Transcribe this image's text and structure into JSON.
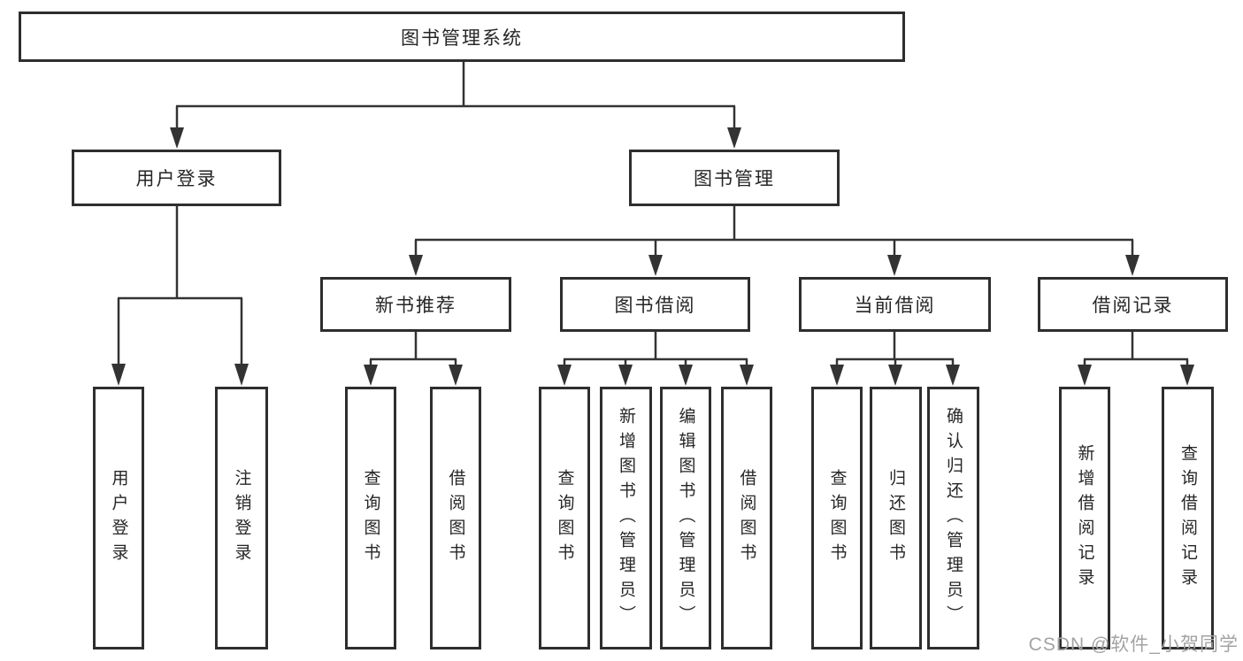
{
  "root": {
    "label": "图书管理系统"
  },
  "level2": {
    "user_login": "用户登录",
    "book_management": "图书管理"
  },
  "level3": {
    "new_book_recommendation": "新书推荐",
    "book_borrowing": "图书借阅",
    "current_borrowing": "当前借阅",
    "borrowing_records": "借阅记录"
  },
  "leaves": {
    "user_login": "用户登录",
    "logout": "注销登录",
    "recommend_query_books": "查询图书",
    "recommend_borrow_books": "借阅图书",
    "borrowing_query_books": "查询图书",
    "borrowing_add_books": "新增图书（管理员）",
    "borrowing_edit_books": "编辑图书（管理员）",
    "borrowing_borrow_books": "借阅图书",
    "current_query_books": "查询图书",
    "current_return_books": "归还图书",
    "current_confirm_return": "确认归还（管理员）",
    "records_add_record": "新增借阅记录",
    "records_query_record": "查询借阅记录"
  },
  "watermark": {
    "text": "CSDN @软件_小贺同学"
  },
  "colors": {
    "line": "#333333",
    "border": "#2e2e2e",
    "text": "#262626",
    "watermark": "#a3a3a3",
    "background": "#ffffff"
  }
}
